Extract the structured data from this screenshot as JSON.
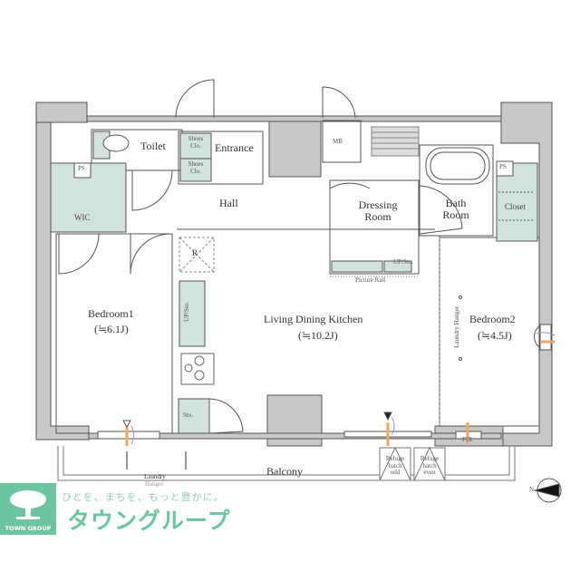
{
  "floorplan": {
    "colors": {
      "wall": "#c8c8c8",
      "wall_stroke": "#555555",
      "storage_fill": "#d2e2dc",
      "accent_logo": "#6cc4a0",
      "window_orange": "#f0a860",
      "window_purple": "#9a90d0"
    },
    "rooms": {
      "toilet": "Toilet",
      "entrance": "Entrance",
      "shoes_clo_1": "Shoes Clo.",
      "shoes_clo_2": "Shoes Clo.",
      "mb": "MB",
      "hall": "Hall",
      "wic": "WIC",
      "ps_left": "PS",
      "ps_right": "PS",
      "dressing_room": "Dressing Room",
      "bath_room": "Bath Room",
      "closet": "Closet",
      "bedroom1": "Bedroom1",
      "bedroom1_size": "(≒6.1J)",
      "ldk": "Living Dining Kitchen",
      "ldk_size": "(≒10.2J)",
      "bedroom2": "Bedroom2",
      "bedroom2_size": "(≒4.5J)",
      "balcony": "Balcony",
      "refrigerator": "R",
      "up_sto_kitchen": "UP/Sto.",
      "up_sto_dressing": "UP/Sto.",
      "sto": "Sto.",
      "picture_rail": "Picture Rail",
      "laundry_hanger_bedroom2": "Laundry Hanger",
      "laundry_hanger_balcony_1": "Laundry",
      "laundry_hanger_balcony_2": "Hanger",
      "refuge_hatch_odd": [
        "Refuge",
        "hatch",
        "odd"
      ],
      "refuge_hatch_even": [
        "Refuge",
        "hatch",
        "even"
      ],
      "fix_window": "FIX",
      "compass_north": "N"
    },
    "branding": {
      "tagline": "ひとを、まちを、もっと豊かに。",
      "brand_name": "タウングループ",
      "logo_text": "TOWN GROUP"
    }
  }
}
